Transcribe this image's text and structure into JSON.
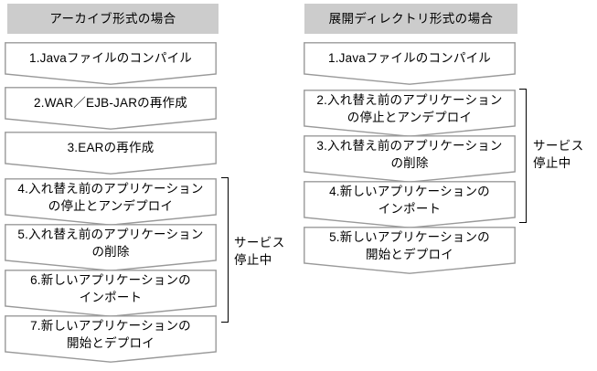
{
  "diagram": {
    "title_left": "アーカイブ形式の場合",
    "title_right": "展開ディレクトリ形式の場合",
    "columns": [
      {
        "id": "archive",
        "header": "アーカイブ形式の場合",
        "steps": [
          {
            "index": "1",
            "text": "1.Javaファイルのコンパイル",
            "lines": 1
          },
          {
            "index": "2",
            "text": "2.WAR／EJB-JARの再作成",
            "lines": 1
          },
          {
            "index": "3",
            "text": "3.EARの再作成",
            "lines": 1
          },
          {
            "index": "4",
            "text": "4.入れ替え前のアプリケーション\nの停止とアンデプロイ",
            "lines": 2
          },
          {
            "index": "5",
            "text": "5.入れ替え前のアプリケーション\nの削除",
            "lines": 2
          },
          {
            "index": "6",
            "text": "6.新しいアプリケーションの\nインポート",
            "lines": 2
          },
          {
            "index": "7",
            "text": "7.新しいアプリケーションの\n開始とデプロイ",
            "lines": 2
          }
        ],
        "bracket": {
          "caption": "サービス\n停止中",
          "covers_steps": [
            "4",
            "5",
            "6"
          ]
        }
      },
      {
        "id": "exploded",
        "header": "展開ディレクトリ形式の場合",
        "steps": [
          {
            "index": "1",
            "text": "1.Javaファイルのコンパイル",
            "lines": 1
          },
          {
            "index": "2",
            "text": "2.入れ替え前のアプリケーション\nの停止とアンデプロイ",
            "lines": 2
          },
          {
            "index": "3",
            "text": "3.入れ替え前のアプリケーション\nの削除",
            "lines": 2
          },
          {
            "index": "4",
            "text": "4.新しいアプリケーションの\nインポート",
            "lines": 2
          },
          {
            "index": "5",
            "text": "5.新しいアプリケーションの\n開始とデプロイ",
            "lines": 2
          }
        ],
        "bracket": {
          "caption": "サービス\n停止中",
          "covers_steps": [
            "2",
            "3",
            "4"
          ]
        }
      }
    ],
    "colors": {
      "header_fill": "#cccccc",
      "step_border": "#999999",
      "step_fill": "#ffffff",
      "bracket_stroke": "#000000",
      "text": "#000000",
      "background": "#ffffff"
    }
  }
}
